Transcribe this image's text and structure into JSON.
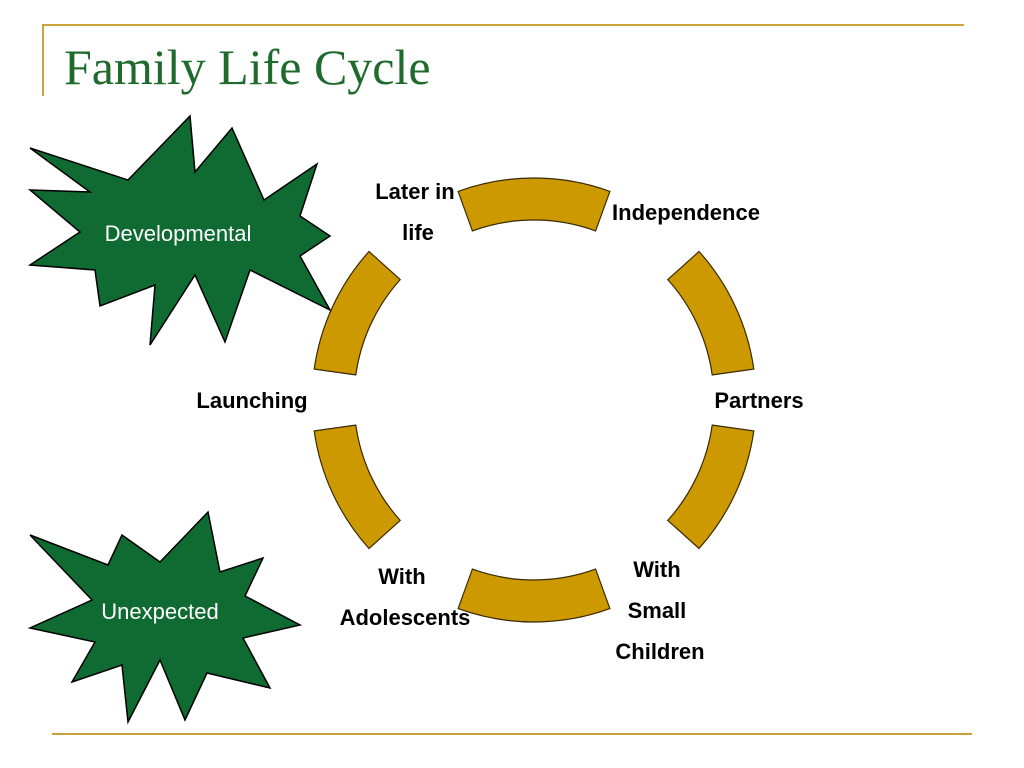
{
  "title": "Family Life Cycle",
  "colors": {
    "title": "#1f6b2d",
    "frame_line": "#c8a33a",
    "arc_fill": "#cc9900",
    "arc_stroke": "#3a2a00",
    "burst_fill": "#0f6b32",
    "burst_stroke": "#000000",
    "burst_text": "#ffffff",
    "label_text": "#000000"
  },
  "bursts": {
    "developmental": "Developmental",
    "unexpected": "Unexpected"
  },
  "stages": {
    "independence": [
      "Independence"
    ],
    "partners": [
      "Partners"
    ],
    "small_children": [
      "With",
      "Small",
      "Children"
    ],
    "adolescents": [
      "With",
      "Adolescents"
    ],
    "launching": [
      "Launching"
    ],
    "later_life": [
      "Later in",
      "life"
    ]
  }
}
